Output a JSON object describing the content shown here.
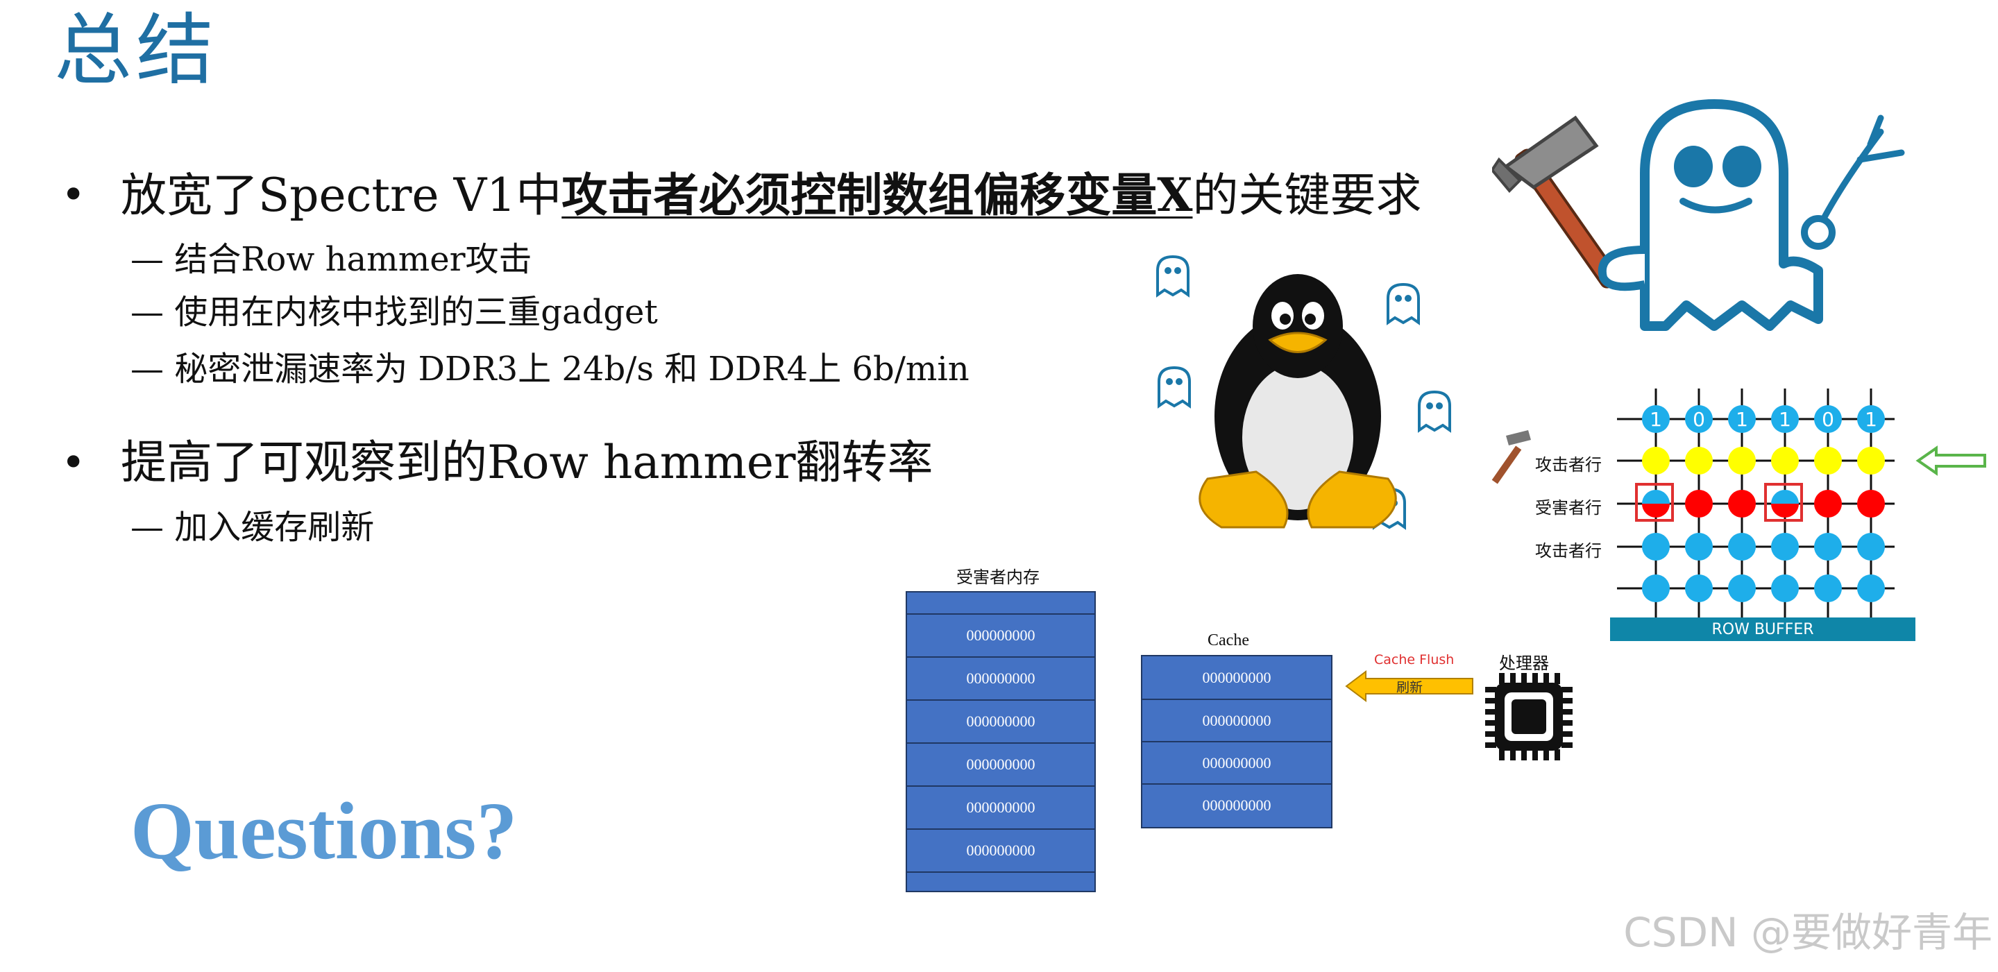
{
  "slide": {
    "title": "总结",
    "bullet1": {
      "prefix": "放宽了Spectre V1中",
      "emphasis": "攻击者必须控制数组偏移变量X",
      "suffix": "的关键要求",
      "subs": [
        "— 结合Row hammer攻击",
        "— 使用在内核中找到的三重gadget",
        "— 秘密泄漏速率为 DDR3上 24b/s 和 DDR4上 6b/min"
      ]
    },
    "bullet2": {
      "text": "提高了可观察到的Row hammer翻转率",
      "subs": [
        "— 加入缓存刷新"
      ]
    },
    "questions": "Questions?"
  },
  "memory_diagram": {
    "victim_memory_label": "受害者内存",
    "victim_cells": [
      "000000000",
      "000000000",
      "000000000",
      "000000000",
      "000000000",
      "000000000"
    ],
    "cache_label": "Cache",
    "cache_cells": [
      "000000000",
      "000000000",
      "000000000",
      "000000000"
    ],
    "flush_label_en": "Cache Flush",
    "flush_label_cn": "刷新",
    "processor_label": "处理器",
    "chip_icon": "cpu-chip-icon",
    "arrow_color": "#ffc000"
  },
  "rowhammer_diagram": {
    "bits": [
      "1",
      "0",
      "1",
      "1",
      "0",
      "1"
    ],
    "row_labels": [
      "攻击者行",
      "受害者行",
      "攻击者行"
    ],
    "row_buffer_label": "ROW BUFFER",
    "colors": {
      "bit": "#1eaeea",
      "attacker": "#ffff00",
      "victim": "#ff0000",
      "normal": "#1eaeea",
      "buffer": "#0f86a8",
      "flip_box": "#e03030",
      "input_arrow": "#5ab54a"
    }
  },
  "icons": {
    "hammer": "hammer-icon",
    "ghost": "spectre-ghost-icon",
    "penguin": "linux-penguin-icon"
  },
  "watermark": "CSDN @要做好青年"
}
